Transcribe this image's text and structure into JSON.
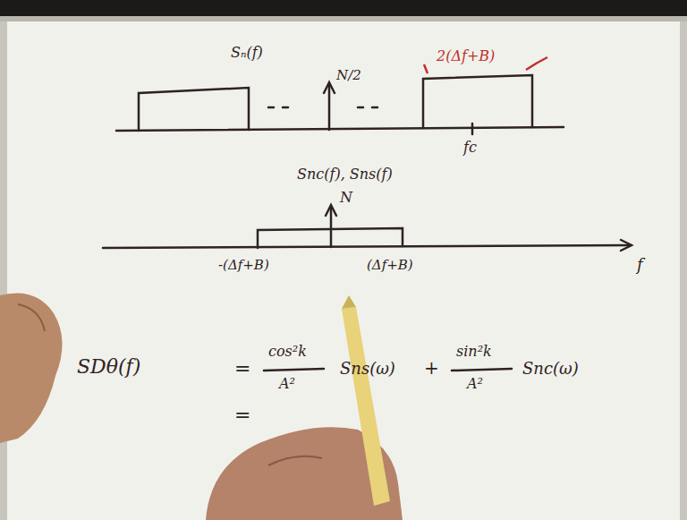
{
  "diagram": {
    "labels": [
      "Sₙ(f)",
      "N/2",
      "2(Δf+B)",
      "fc",
      "Snc(f), Sns(f)",
      "N",
      "-(Δf+B)",
      "(Δf+B)",
      "f",
      "SDθ(f)",
      "=",
      "cos²k",
      "A²",
      "Sns(ω)",
      "+",
      "sin²k",
      "A²",
      "Snc(ω)",
      "="
    ]
  }
}
